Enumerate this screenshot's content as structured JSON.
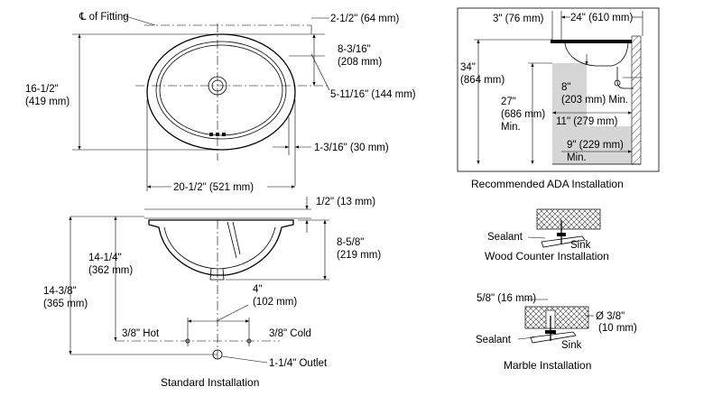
{
  "top_view": {
    "center_label": "℄ of Fitting",
    "dim_top_offset": "2-1/2\" (64 mm)",
    "dim_center_height_in": "8-3/16\"",
    "dim_center_height_mm": "(208 mm)",
    "dim_side_offset": "5-11/16\" (144 mm)",
    "dim_overall_depth_in": "16-1/2\"",
    "dim_overall_depth_mm": "(419 mm)",
    "dim_rim": "1-3/16\" (30 mm)",
    "dim_overall_width": "20-1/2\" (521 mm)"
  },
  "side_view": {
    "dim_rim_thickness": "1/2\" (13 mm)",
    "dim_bowl_depth_in": "8-5/8\"",
    "dim_bowl_depth_mm": "(219 mm)",
    "dim_supply_height_in": "14-1/4\"",
    "dim_supply_height_mm": "(362 mm)",
    "dim_outlet_height_in": "14-3/8\"",
    "dim_outlet_height_mm": "(365 mm)",
    "dim_supply_spacing_in": "4\"",
    "dim_supply_spacing_mm": "(102 mm)",
    "hot_label": "3/8\" Hot",
    "cold_label": "3/8\" Cold",
    "outlet_label": "1-1/4\" Outlet",
    "caption": "Standard Installation"
  },
  "ada": {
    "dim_wall_offset": "3\" (76 mm)",
    "dim_depth": "24\" (610 mm)",
    "dim_height_in": "34\"",
    "dim_height_mm": "(864 mm)",
    "dim_knee_in": "27\"",
    "dim_knee_mm": "(686 mm)",
    "dim_knee_min": "Min.",
    "dim_clear_in": "8\"",
    "dim_clear_mm": "(203 mm) Min.",
    "dim_knee_depth": "11\" (279 mm)",
    "dim_toe_in": "9\" (229 mm)",
    "dim_toe_min": "Min.",
    "caption": "Recommended ADA Installation"
  },
  "wood": {
    "sealant_label": "Sealant",
    "sink_label": "Sink",
    "caption": "Wood Counter Installation"
  },
  "marble": {
    "dim_thickness": "5/8\" (16 mm)",
    "dim_hole_in": "Ø 3/8\"",
    "dim_hole_mm": "(10 mm)",
    "sealant_label": "Sealant",
    "sink_label": "Sink",
    "caption": "Marble Installation"
  }
}
